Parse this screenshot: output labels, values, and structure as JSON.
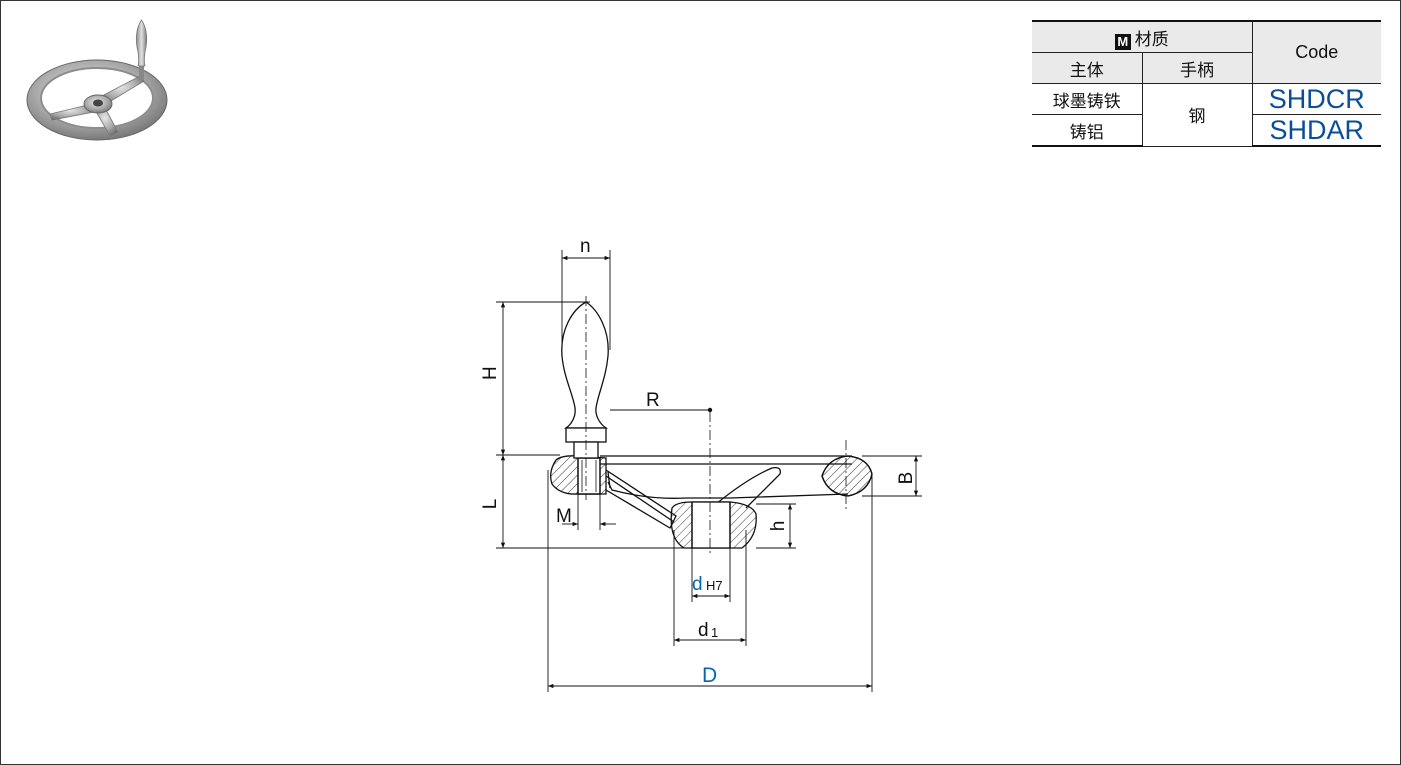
{
  "table": {
    "header_material": "材质",
    "header_material_badge": "M",
    "header_body": "主体",
    "header_handle": "手柄",
    "header_code": "Code",
    "rows": [
      {
        "body": "球墨铸铁",
        "handle": "钢",
        "code": "SHDCR"
      },
      {
        "body": "铸铝",
        "handle": "钢",
        "code": "SHDAR"
      }
    ]
  },
  "dimensions": {
    "n": "n",
    "H": "H",
    "R": "R",
    "B": "B",
    "L": "L",
    "M": "M",
    "h": "h",
    "d": "d",
    "d_sub": "H7",
    "d1": "d",
    "d1_sub": "1",
    "D": "D"
  },
  "colors": {
    "accent_blue": "#0a64b4",
    "code_blue": "#0a4e9a",
    "header_gray": "#eaeaea"
  },
  "icons": {
    "product_photo": "handwheel-with-revolving-handle-photo"
  }
}
